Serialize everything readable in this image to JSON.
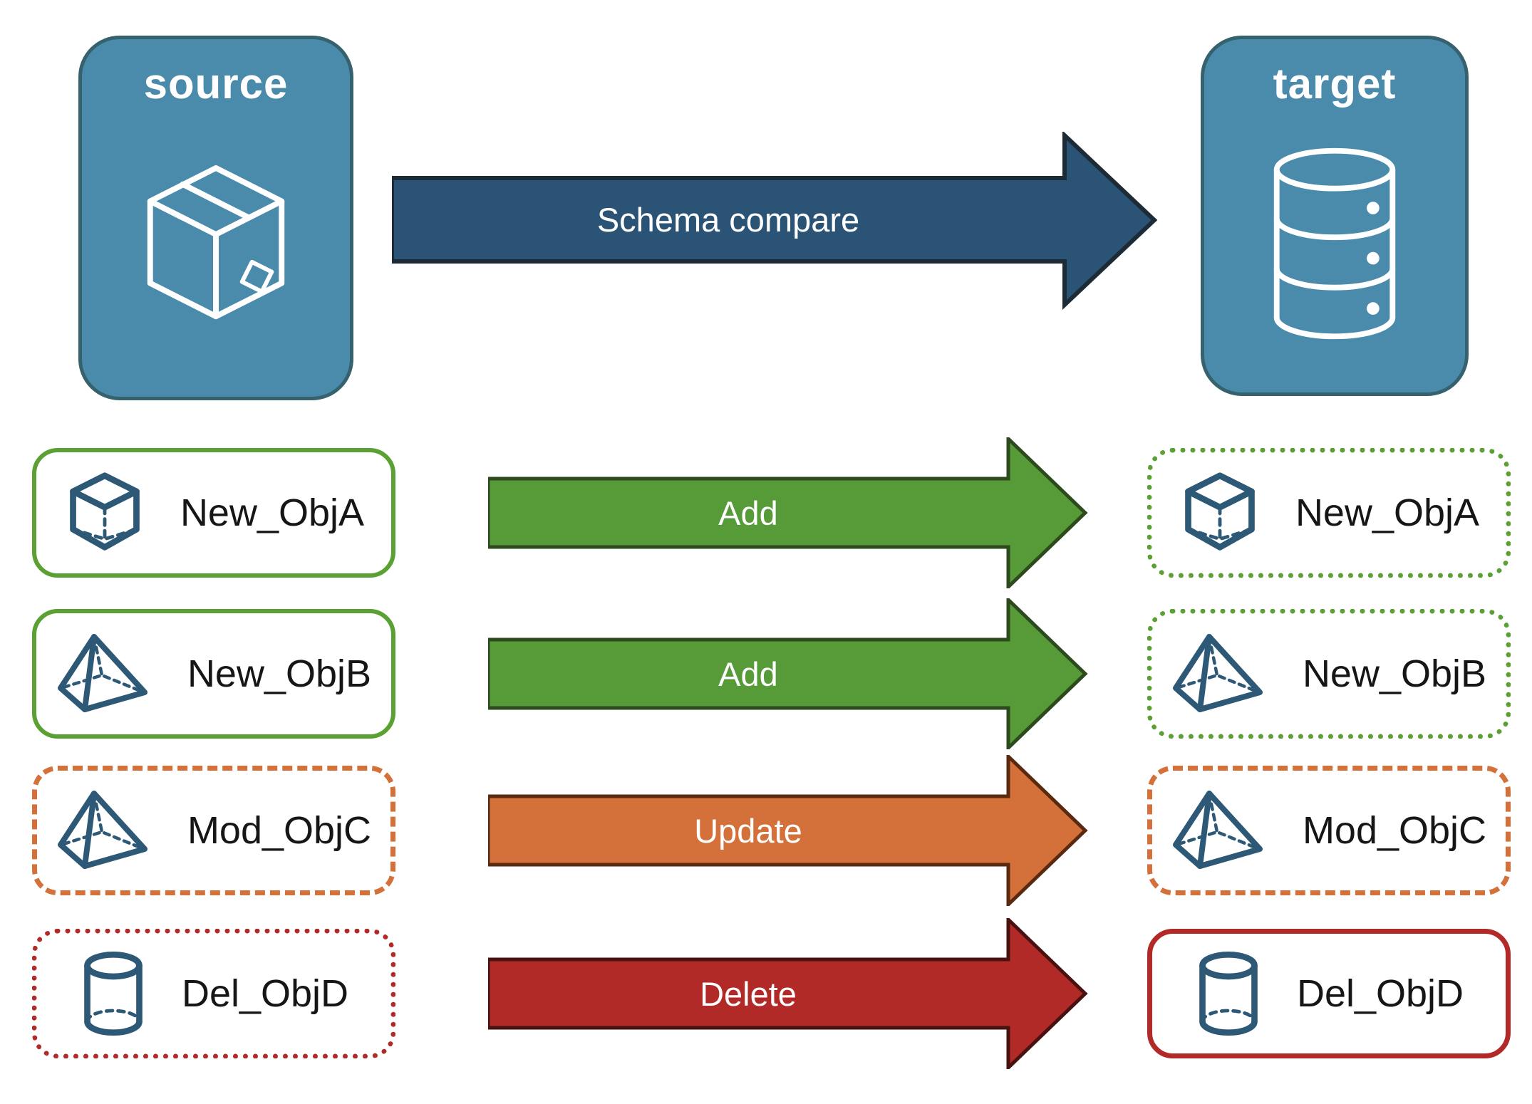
{
  "colors": {
    "panel_blue": "#4a8bac",
    "panel_border": "#35626e",
    "arrow_blue": "#2b5375",
    "arrow_blue_border": "#1d2b36",
    "green": "#579a38",
    "green_border": "#2c4a1d",
    "green_box_border": "#5ba033",
    "orange": "#d4713a",
    "orange_border": "#5a2a10",
    "red": "#b22a28",
    "red_border": "#471210",
    "icon_navy": "#2d5977"
  },
  "source_panel": {
    "title": "source",
    "icon": "package-icon"
  },
  "target_panel": {
    "title": "target",
    "icon": "database-icon"
  },
  "main_arrow": {
    "label": "Schema compare"
  },
  "rows": [
    {
      "left": {
        "label": "New_ObjA",
        "icon": "cube-icon",
        "border_style": "solid-green"
      },
      "arrow": {
        "label": "Add",
        "color": "green"
      },
      "right": {
        "label": "New_ObjA",
        "icon": "cube-icon",
        "border_style": "dotted-green"
      }
    },
    {
      "left": {
        "label": "New_ObjB",
        "icon": "pyramid-icon",
        "border_style": "solid-green"
      },
      "arrow": {
        "label": "Add",
        "color": "green"
      },
      "right": {
        "label": "New_ObjB",
        "icon": "pyramid-icon",
        "border_style": "dotted-green"
      }
    },
    {
      "left": {
        "label": "Mod_ObjC",
        "icon": "pyramid-icon",
        "border_style": "dashed-orange"
      },
      "arrow": {
        "label": "Update",
        "color": "orange"
      },
      "right": {
        "label": "Mod_ObjC",
        "icon": "pyramid-icon",
        "border_style": "dashed-orange"
      }
    },
    {
      "left": {
        "label": "Del_ObjD",
        "icon": "cylinder-icon",
        "border_style": "dotted-red"
      },
      "arrow": {
        "label": "Delete",
        "color": "red"
      },
      "right": {
        "label": "Del_ObjD",
        "icon": "cylinder-icon",
        "border_style": "solid-red"
      }
    }
  ]
}
